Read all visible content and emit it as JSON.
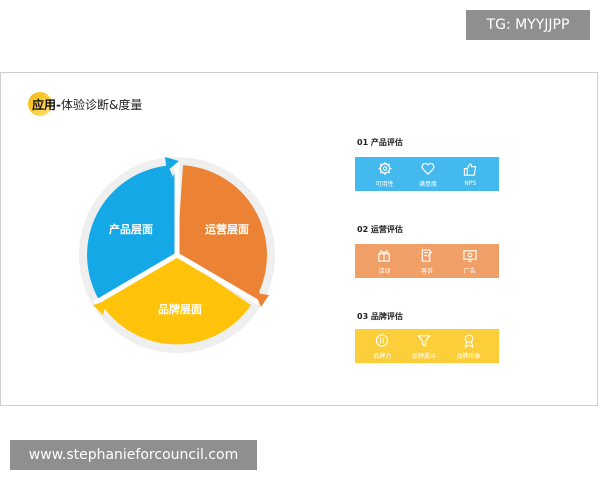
{
  "watermark_top": "TG: MYYJJPP",
  "watermark_bottom": "www.stephanieforcouncil.com",
  "slide": {
    "title_bold": "应用",
    "title_sep": "-",
    "title_rest": "体验诊断&度量"
  },
  "pie": {
    "segments": [
      {
        "label": "产品层面",
        "color": "#14a9e6"
      },
      {
        "label": "运营层面",
        "color": "#ec8334"
      },
      {
        "label": "品牌层面",
        "color": "#fec30a"
      }
    ]
  },
  "sections": [
    {
      "title": "01 产品评估",
      "color": "#43b9ee",
      "items": [
        {
          "label": "可用性",
          "icon": "gear-icon"
        },
        {
          "label": "满意度",
          "icon": "heart-icon"
        },
        {
          "label": "NPS",
          "icon": "thumbs-up-icon"
        }
      ]
    },
    {
      "title": "02 运营评估",
      "color": "#f0a066",
      "items": [
        {
          "label": "活动",
          "icon": "gift-icon"
        },
        {
          "label": "客诉",
          "icon": "complaint-icon"
        },
        {
          "label": "广告",
          "icon": "ad-icon"
        }
      ]
    },
    {
      "title": "03 品牌评估",
      "color": "#fccf3a",
      "items": [
        {
          "label": "品牌力",
          "icon": "brand-power-icon"
        },
        {
          "label": "品牌漏斗",
          "icon": "funnel-icon"
        },
        {
          "label": "品牌形象",
          "icon": "badge-icon"
        }
      ]
    }
  ]
}
